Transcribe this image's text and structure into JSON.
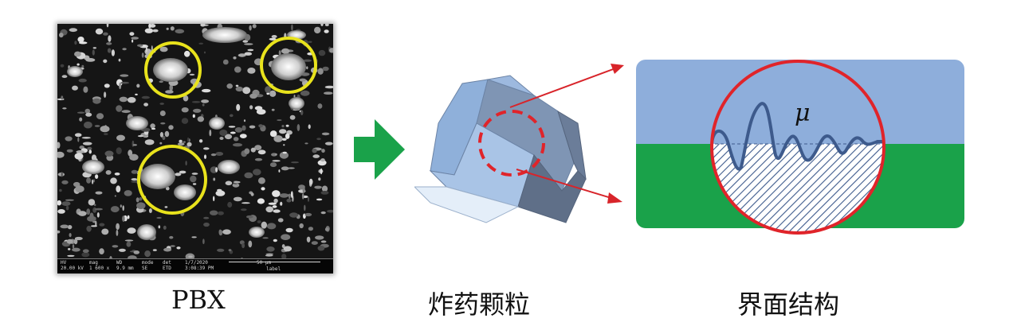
{
  "captions": {
    "pbx": "PBX",
    "particle": "炸药颗粒",
    "interface": "界面结构"
  },
  "sem": {
    "info_bar": {
      "hv": "HV\n20.00 kV",
      "mag": "mag\n1 600 x",
      "wd": "WD\n9.9 mm",
      "mode": "mode\nSE",
      "det": "det\nETD",
      "date": "1/7/2020\n3:08:39 PM",
      "scale": "50 µm",
      "label": "label"
    },
    "highlight_color": "#e8e21c"
  },
  "interface": {
    "roughness_symbol": "μ",
    "colors": {
      "upper_phase": "#8eaedb",
      "lower_phase": "#1aa24a",
      "magnifier": "#e0242a",
      "profile": "#3d5a8c"
    }
  },
  "colors": {
    "transition_arrow": "#1aa24a",
    "pointer_arrows": "#d8242a",
    "crystal_front": "#a9c4e6",
    "crystal_side": "#5f6f88",
    "crystal_light": "#e4eef9"
  }
}
